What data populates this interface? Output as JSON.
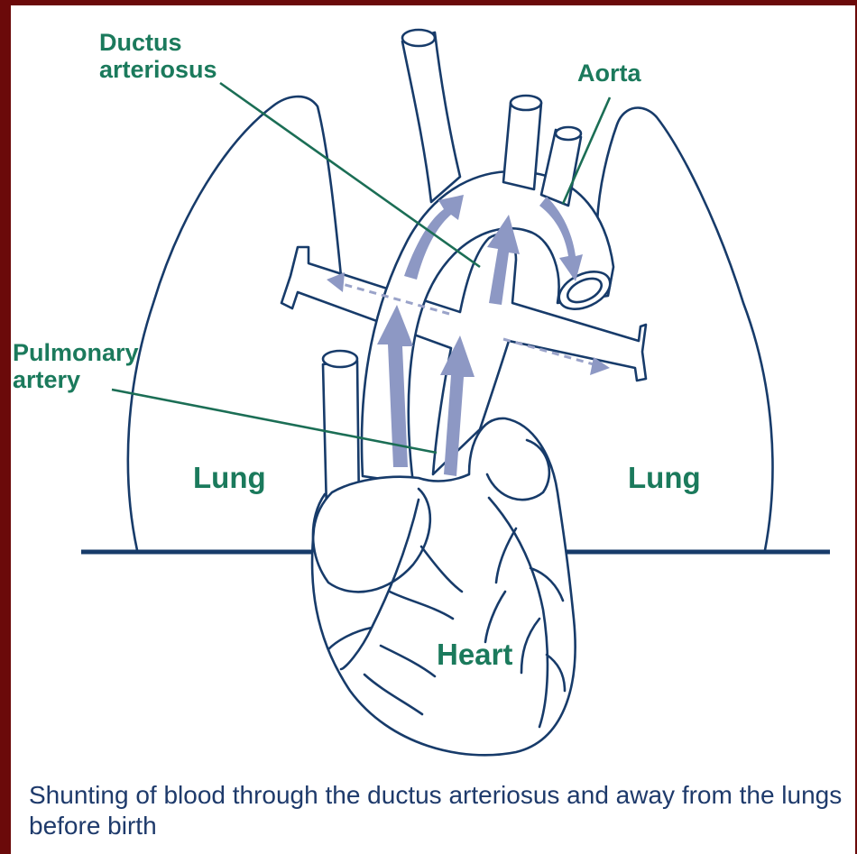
{
  "colors": {
    "frame": "#6b0a0a",
    "outline": "#173b6a",
    "label": "#1b7a5c",
    "caption": "#1e3a6b",
    "flow_arrow": "#8d98c4"
  },
  "labels": {
    "ductus_line1": "Ductus",
    "ductus_line2": "arteriosus",
    "aorta": "Aorta",
    "pulmonary_line1": "Pulmonary",
    "pulmonary_line2": "artery",
    "lung_left": "Lung",
    "lung_right": "Lung",
    "heart": "Heart"
  },
  "caption": "Shunting of blood through the ductus arteriosus and away from the lungs before birth"
}
